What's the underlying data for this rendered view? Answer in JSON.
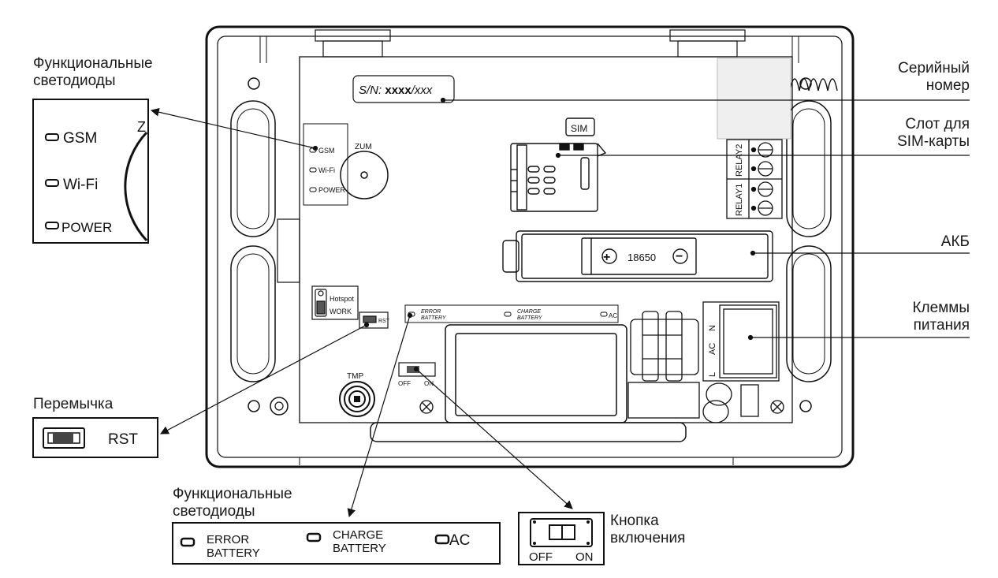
{
  "callouts": {
    "func_leds_top": [
      "Функциональные",
      "светодиоды"
    ],
    "serial": [
      "Серийный",
      "номер"
    ],
    "sim_slot": [
      "Слот для",
      "SIM-карты"
    ],
    "battery": "АКБ",
    "power_terminals": [
      "Клеммы",
      "питания"
    ],
    "jumper": "Перемычка",
    "func_leds_bottom": [
      "Функциональные",
      "светодиоды"
    ],
    "power_switch": [
      "Кнопка",
      "включения"
    ]
  },
  "board": {
    "serial_prefix": "S/N:",
    "serial_bold": "xxxx",
    "serial_tail": "/xxx",
    "sim": "SIM",
    "zum": "ZUM",
    "leds": [
      "GSM",
      "Wi-Fi",
      "POWER"
    ],
    "hotspot": "Hotspot",
    "work": "WORK",
    "rst": "RST",
    "relay1": "RELAY1",
    "relay2": "RELAY2",
    "battery_model": "18650",
    "battery_plus": "+",
    "battery_minus": "−",
    "error_battery": [
      "ERROR",
      "BATTERY"
    ],
    "charge_battery": [
      "CHARGE",
      "BATTERY"
    ],
    "ac": "AC",
    "off": "OFF",
    "on": "ON",
    "tmp": "TMP",
    "n": "N",
    "l": "L",
    "ac_terminal": "AC"
  },
  "zoom_leds": {
    "gsm": "GSM",
    "wifi": "Wi-Fi",
    "power": "POWER",
    "z": "Z"
  },
  "zoom_jumper": {
    "rst": "RST"
  },
  "zoom_status": {
    "error": [
      "ERROR",
      "BATTERY"
    ],
    "charge": [
      "CHARGE",
      "BATTERY"
    ],
    "ac": "AC"
  },
  "zoom_switch": {
    "off": "OFF",
    "on": "ON"
  }
}
